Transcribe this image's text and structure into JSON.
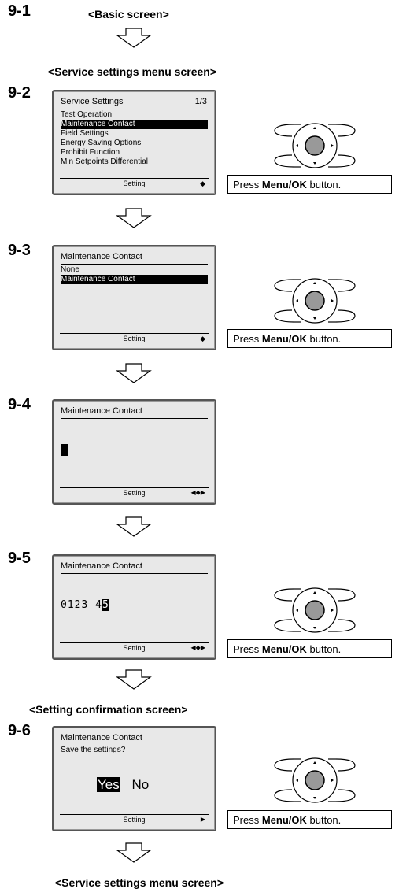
{
  "headings": {
    "basic": "<Basic screen>",
    "service_menu_1": "<Service settings menu screen>",
    "confirm": "<Setting confirmation screen>",
    "service_menu_2": "<Service settings menu screen>"
  },
  "steps": {
    "s1": "9-1",
    "s2": "9-2",
    "s3": "9-3",
    "s4": "9-4",
    "s5": "9-5",
    "s6": "9-6"
  },
  "press": {
    "prefix": "Press ",
    "button": "Menu/OK",
    "suffix": " button."
  },
  "screen2": {
    "title": "Service Settings",
    "page": "1/3",
    "items": [
      "Test Operation",
      "Maintenance Contact",
      "Field Settings",
      "Energy Saving Options",
      "Prohibit Function",
      "Min Setpoints Differential"
    ],
    "footer": "Setting",
    "footer_icon": "up-down-arrows-icon"
  },
  "screen3": {
    "title": "Maintenance Contact",
    "items": [
      "None",
      "Maintenance Contact"
    ],
    "footer": "Setting",
    "footer_icon": "up-down-arrows-icon"
  },
  "screen4": {
    "title": "Maintenance Contact",
    "cursor": "–",
    "entry": "–––––––––––––",
    "footer": "Setting",
    "footer_icon": "four-way-arrows-icon"
  },
  "screen5": {
    "title": "Maintenance Contact",
    "entry_prefix": "0123–4",
    "cursor": "5",
    "entry_suffix": "––––––––",
    "footer": "Setting",
    "footer_icon": "four-way-arrows-icon"
  },
  "screen6": {
    "title": "Maintenance Contact",
    "question": "Save the settings?",
    "yes": "Yes",
    "no": "No",
    "footer": "Setting",
    "footer_icon": "right-arrow-icon"
  }
}
